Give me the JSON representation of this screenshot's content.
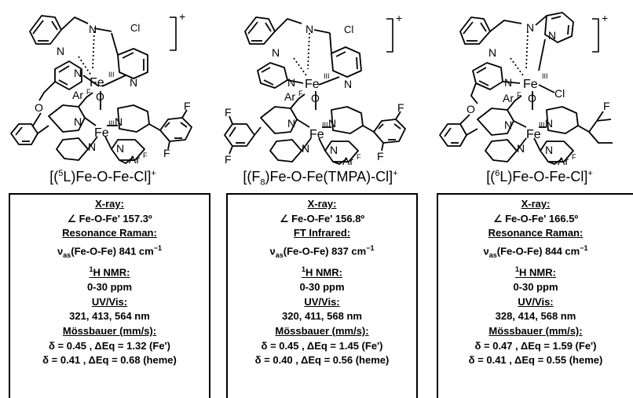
{
  "panels": [
    {
      "struct": {
        "charge": "+",
        "metal_atoms": [
          "Fe",
          "Fe"
        ],
        "oxidation_states": [
          "III",
          "III"
        ],
        "ligand_labels": [
          "N",
          "N",
          "N",
          "N",
          "N",
          "N",
          "N",
          "N",
          "O",
          "O",
          "Cl",
          "F",
          "F",
          "Ar",
          "F",
          "Ar",
          "F"
        ]
      },
      "compound_name": {
        "pre": "[(",
        "sup": "5",
        "post": "L)Fe-O-Fe-Cl]",
        "charge": "+"
      },
      "xray_heading": "X-ray:",
      "angle": "∠ Fe-O-Fe' 157.3º",
      "vib_heading": "Resonance Raman:",
      "nu": "ν",
      "nu_sub": "as",
      "vib_value": "(Fe-O-Fe) 841 cm",
      "vib_exp": "−1",
      "nmr_sup": "1",
      "nmr_heading": "H NMR:",
      "nmr_range": "0-30 ppm",
      "uv_heading": "UV/Vis:",
      "uv_values": "321, 413, 564 nm",
      "moss_heading": "Mössbauer (mm/s):",
      "moss_fe": "δ = 0.45 , ΔEq = 1.32 (Fe')",
      "moss_heme": "δ = 0.41 , ΔEq = 0.68 (heme)"
    },
    {
      "struct": {
        "charge": "+",
        "metal_atoms": [
          "Fe",
          "Fe"
        ],
        "oxidation_states": [
          "III",
          "III"
        ],
        "ligand_labels": [
          "N",
          "N",
          "N",
          "N",
          "N",
          "N",
          "N",
          "N",
          "O",
          "Cl",
          "F",
          "F",
          "F",
          "F",
          "Ar",
          "F",
          "Ar",
          "F"
        ]
      },
      "compound_name": {
        "pre": "[(F",
        "sub": "8",
        "post": ")Fe-O-Fe(TMPA)-Cl]",
        "charge": "+"
      },
      "xray_heading": "X-ray:",
      "angle": "∠ Fe-O-Fe' 156.8º",
      "vib_heading": "FT Infrared:",
      "nu": "ν",
      "nu_sub": "as",
      "vib_value": "(Fe-O-Fe) 837 cm",
      "vib_exp": "−1",
      "nmr_sup": "1",
      "nmr_heading": "H NMR:",
      "nmr_range": "0-30 ppm",
      "uv_heading": "UV/Vis:",
      "uv_values": "320, 411, 568 nm",
      "moss_heading": "Mössbauer (mm/s):",
      "moss_fe": "δ = 0.45 , ΔEq = 1.45 (Fe')",
      "moss_heme": "δ = 0.40 , ΔEq = 0.56 (heme)"
    },
    {
      "struct": {
        "charge": "+",
        "metal_atoms": [
          "Fe",
          "Fe"
        ],
        "oxidation_states": [
          "III",
          "III"
        ],
        "ligand_labels": [
          "N",
          "N",
          "N",
          "N",
          "N",
          "N",
          "N",
          "N",
          "O",
          "O",
          "Cl",
          "F",
          "Ar",
          "F",
          "Ar",
          "F"
        ]
      },
      "compound_name": {
        "pre": "[(",
        "sup": "6",
        "post": "L)Fe-O-Fe-Cl]",
        "charge": "+"
      },
      "xray_heading": "X-ray:",
      "angle": "∠ Fe-O-Fe' 166.5º",
      "vib_heading": "Resonance Raman:",
      "nu": "ν",
      "nu_sub": "as",
      "vib_value": "(Fe-O-Fe) 844 cm",
      "vib_exp": "−1",
      "nmr_sup": "1",
      "nmr_heading": "H NMR:",
      "nmr_range": "0-30 ppm",
      "uv_heading": "UV/Vis:",
      "uv_values": "328, 414, 568 nm",
      "moss_heading": "Mössbauer (mm/s):",
      "moss_fe": "δ = 0.47 , ΔEq = 1.59 (Fe')",
      "moss_heme": "δ = 0.41 , ΔEq = 0.55 (heme)"
    }
  ]
}
